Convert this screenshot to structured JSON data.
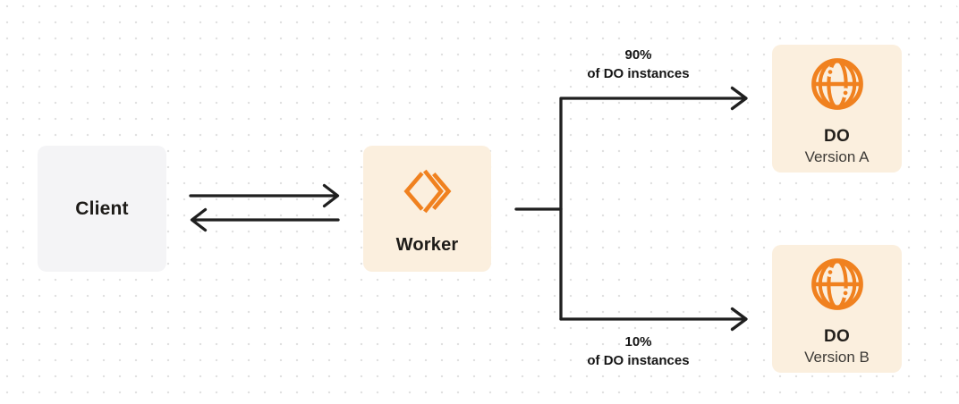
{
  "diagram": {
    "colors": {
      "accent_orange": "#F0811F",
      "node_fill_cream": "#FBEFDE",
      "node_fill_gray": "#F4F4F6",
      "connector_dark": "#1F1F1F",
      "dot_grid": "#E1E1E1",
      "text_primary": "#1D1B18",
      "text_secondary": "#3E3B37"
    },
    "nodes": {
      "client": {
        "label": "Client"
      },
      "worker": {
        "label": "Worker",
        "icon": "cloudflare-workers-icon"
      },
      "do_version_a": {
        "title": "DO",
        "subtitle": "Version A",
        "icon": "durable-object-globe-icon"
      },
      "do_version_b": {
        "title": "DO",
        "subtitle": "Version B",
        "icon": "durable-object-globe-icon"
      }
    },
    "edges": {
      "worker_do_a": {
        "percent": "90%",
        "caption": "of DO instances"
      },
      "worker_do_b": {
        "percent": "10%",
        "caption": "of DO instances"
      }
    }
  }
}
